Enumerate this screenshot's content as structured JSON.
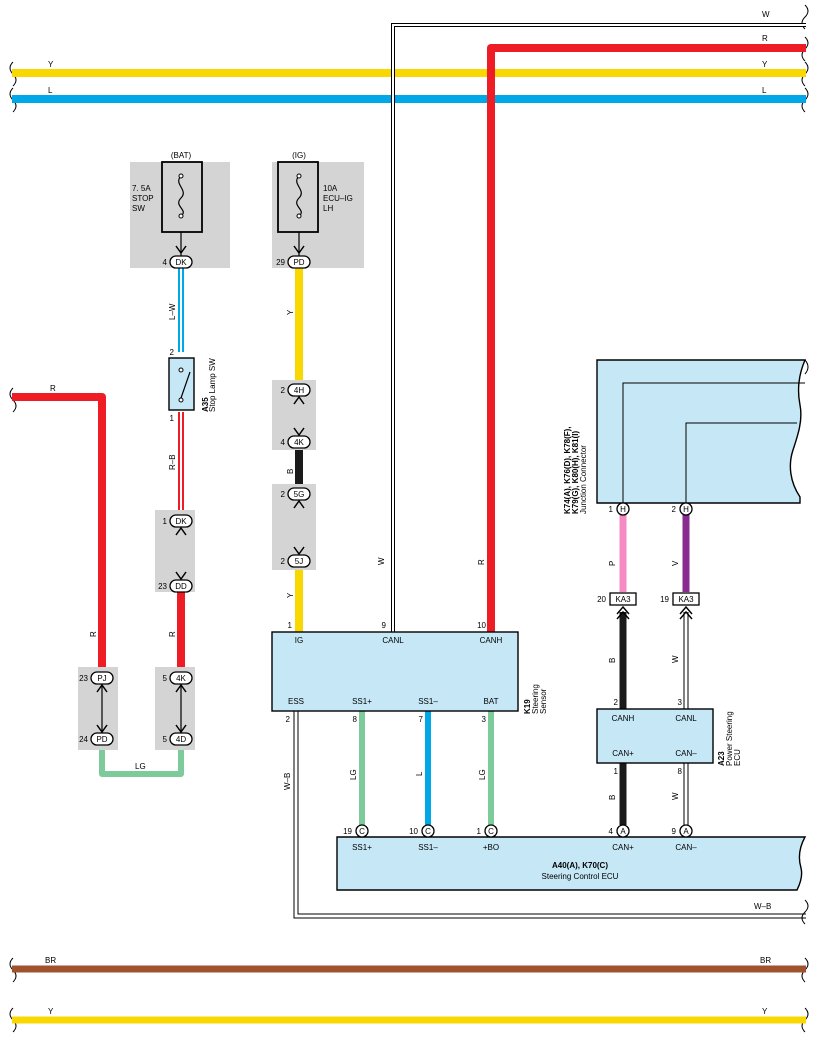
{
  "colors": {
    "Y": "#f8d800",
    "L": "#00a8e8",
    "R": "#ee1c25",
    "BR": "#a0522d",
    "LG": "#7dcb9b",
    "P": "#f48bc2",
    "V": "#8a2c8f",
    "B": "#1a1a1a",
    "W": "#ffffff",
    "component_fill": "#c6e8f6",
    "splice_fill": "#d4d4d4"
  },
  "buses": {
    "top_w": "W",
    "top_r": "R",
    "y_left": "Y",
    "y_right": "Y",
    "l_left": "L",
    "l_right": "L",
    "wb_right": "W–B",
    "br_left": "BR",
    "br_right": "BR",
    "y2_left": "Y",
    "y2_right": "Y"
  },
  "fuses": {
    "stop": {
      "source": "(BAT)",
      "line1": "7. 5A",
      "line2": "STOP",
      "line3": "SW",
      "pin": "4",
      "conn": "DK"
    },
    "ecu_ig": {
      "source": "(IG)",
      "line1": "10A",
      "line2": "ECU–IG",
      "line3": "LH",
      "pin": "29",
      "conn": "PD"
    }
  },
  "stop_lamp_sw": {
    "code": "A35",
    "name": "Stop Lamp SW",
    "pin_top": "2",
    "pin_bottom": "1",
    "wire_top": "L–W",
    "wire_bottom": "R–B"
  },
  "connectors": {
    "pj": {
      "pin": "23",
      "code": "PJ"
    },
    "pd_lower": {
      "pin": "24",
      "code": "PD"
    },
    "dk": {
      "pin": "1",
      "code": "DK"
    },
    "dd": {
      "pin": "23",
      "code": "DD"
    },
    "k4k_left": {
      "pin": "5",
      "code": "4K"
    },
    "d4d": {
      "pin": "5",
      "code": "4D"
    },
    "h4h": {
      "pin": "2",
      "code": "4H"
    },
    "k4k_mid": {
      "pin": "4",
      "code": "4K"
    },
    "g5g": {
      "pin": "2",
      "code": "5G"
    },
    "j5j": {
      "pin": "2",
      "code": "5J"
    }
  },
  "wires": {
    "r_left": "R",
    "r_left2": "R",
    "lg_bottom": "LG",
    "y_upper": "Y",
    "b_mid": "B",
    "y_lower": "Y",
    "w_canl": "W",
    "r_canh": "R",
    "wb_ess": "W–B",
    "lg_ss1p": "LG",
    "l_ss1m": "L",
    "lg_bat": "LG",
    "p_h1": "P",
    "v_h2": "V",
    "b_ka3_left": "B",
    "w_ka3_right": "W",
    "b_can_plus": "B",
    "w_can_minus": "W"
  },
  "steering_sensor": {
    "code": "K19",
    "name_line1": "Steering",
    "name_line2": "Sensor",
    "top_pins": [
      {
        "num": "1",
        "label": "IG"
      },
      {
        "num": "9",
        "label": "CANL"
      },
      {
        "num": "10",
        "label": "CANH"
      }
    ],
    "bottom_pins": [
      {
        "num": "2",
        "label": "ESS"
      },
      {
        "num": "8",
        "label": "SS1+"
      },
      {
        "num": "7",
        "label": "SS1–"
      },
      {
        "num": "3",
        "label": "BAT"
      }
    ]
  },
  "junction_connector": {
    "code_line1": "K74(A), K76(D), K78(F),",
    "code_line2": "K79(G), K80(H), K81(I)",
    "name": "Junction Connector",
    "pin1": "1",
    "pin1_code": "H",
    "pin2": "2",
    "pin2_code": "H"
  },
  "ka3": {
    "left_pin": "20",
    "left_code": "KA3",
    "right_pin": "19",
    "right_code": "KA3"
  },
  "power_steering_ecu": {
    "code": "A23",
    "name_line1": "Power Steering",
    "name_line2": "ECU",
    "pin_canh": "2",
    "label_canh": "CANH",
    "pin_canl": "3",
    "label_canl": "CANL",
    "pin_canp": "1",
    "label_canp": "CAN+",
    "pin_canm": "8",
    "label_canm": "CAN–"
  },
  "steering_control_ecu": {
    "code": "A40(A), K70(C)",
    "name": "Steering Control ECU",
    "pins": [
      {
        "num": "19",
        "conn": "C",
        "label": "SS1+"
      },
      {
        "num": "10",
        "conn": "C",
        "label": "SS1–"
      },
      {
        "num": "1",
        "conn": "C",
        "label": "+BO"
      },
      {
        "num": "4",
        "conn": "A",
        "label": "CAN+"
      },
      {
        "num": "9",
        "conn": "A",
        "label": "CAN–"
      }
    ]
  }
}
